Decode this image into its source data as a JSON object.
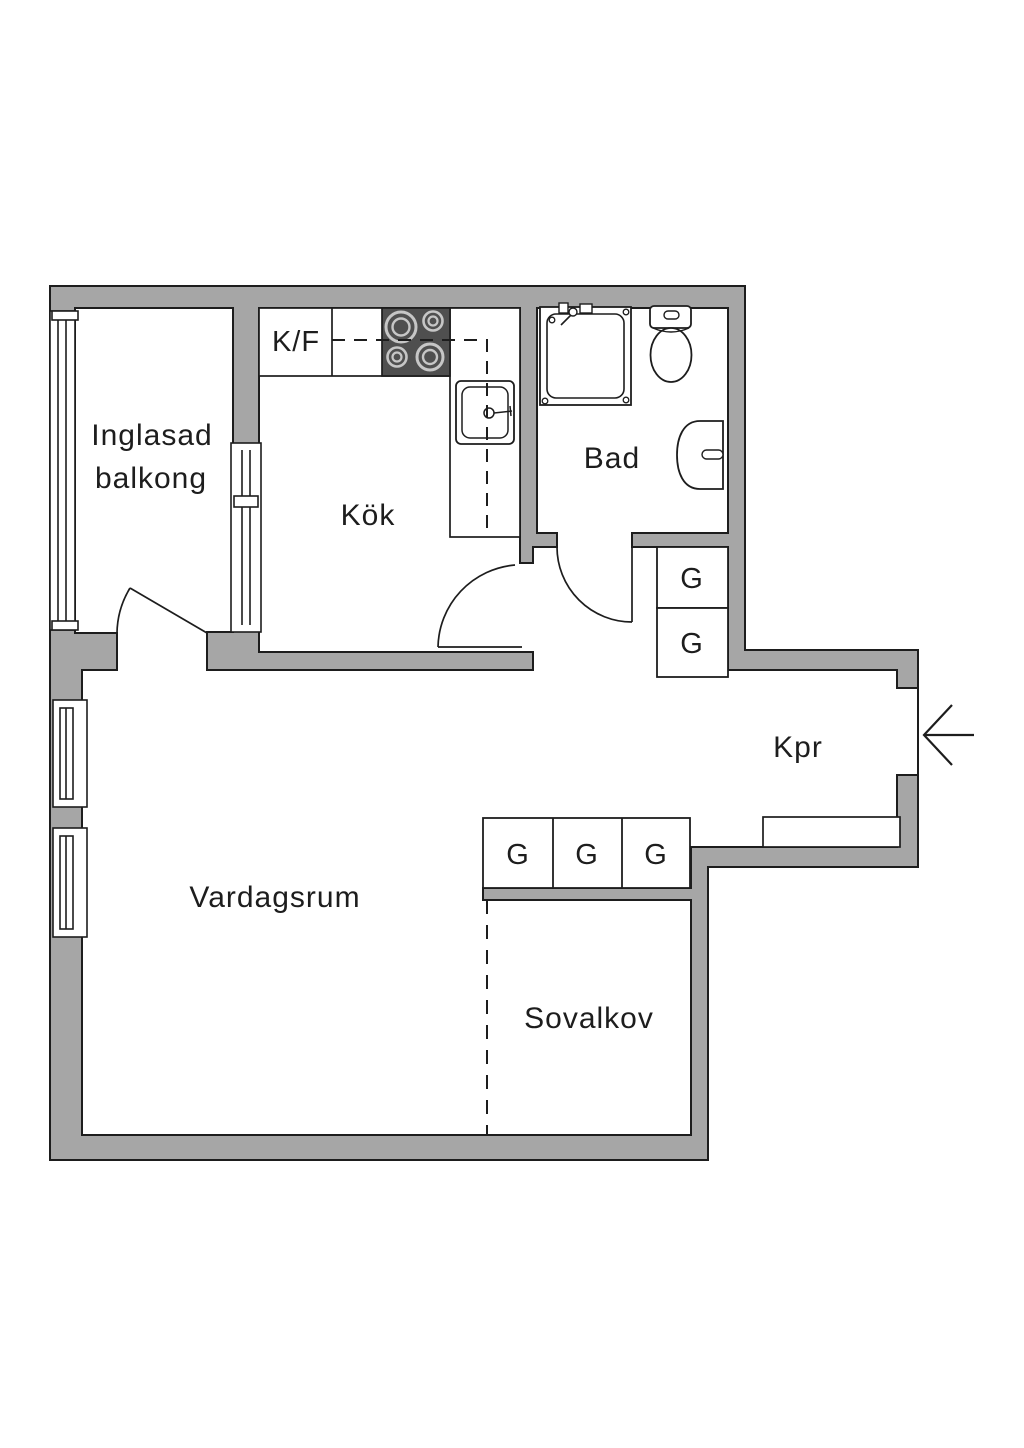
{
  "title": "Apartment floor plan",
  "colors": {
    "wall": "#a6a6a6",
    "line": "#1d1d1d",
    "stove": "#4f4f4f",
    "burner_ring": "#c6c6c6",
    "floor": "#ffffff"
  },
  "rooms": {
    "balcony": {
      "label_line1": "Inglasad",
      "label_line2": "balkong"
    },
    "kitchen": {
      "label": "Kök"
    },
    "bathroom": {
      "label": "Bad"
    },
    "hallway": {
      "label": "Kpr"
    },
    "living_room": {
      "label": "Vardagsrum"
    },
    "sleeping_alcove": {
      "label": "Sovalkov"
    }
  },
  "fixtures": {
    "fridge_freezer_label": "K/F",
    "hall_wardrobes": [
      "G",
      "G"
    ],
    "alcove_wardrobes": [
      "G",
      "G",
      "G"
    ]
  }
}
